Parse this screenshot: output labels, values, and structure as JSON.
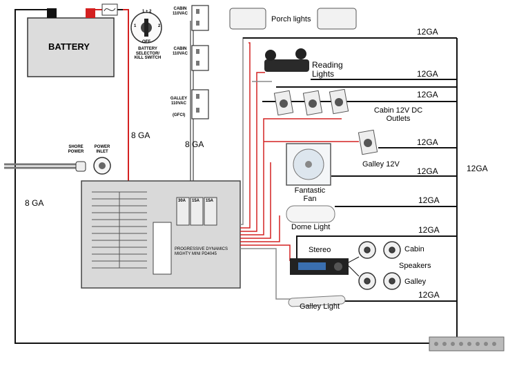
{
  "battery": {
    "label": "BATTERY"
  },
  "switch": {
    "label": "BATTERY SELECTOR/ KILL SWITCH",
    "pos_top": "1 + 2",
    "pos_left": "1",
    "pos_right": "2",
    "pos_bottom": "OFF"
  },
  "outlets": [
    {
      "label": "CABIN 110VAC"
    },
    {
      "label": "CABIN 110VAC"
    },
    {
      "label": "GALLEY 110VAC",
      "extra": "(GFCI)"
    }
  ],
  "shore": {
    "shore_power": "SHORE POWER",
    "power_inlet": "POWER INLET"
  },
  "converter": {
    "label": "PROGRESSIVE DYNAMICS MIGHTY MINI PD4045",
    "breakers": [
      "30A",
      "15A",
      "15A"
    ]
  },
  "wire_labels": {
    "left_8ga": "8 GA",
    "switch_8ga": "8 GA",
    "outlet_8ga": "8 GA",
    "gauge": "12GA"
  },
  "components": {
    "porch": "Porch lights",
    "reading": "Reading Lights",
    "cabin_outlets": "Cabin 12V DC Outlets",
    "galley_12v": "Galley 12V",
    "fan": "Fantastic Fan",
    "dome": "Dome Light",
    "stereo": "Stereo",
    "cabin": "Cabin",
    "speakers": "Speakers",
    "galley": "Galley",
    "galley_light": "Galley Light"
  },
  "colors": {
    "positive": "#d42020",
    "negative": "#111111",
    "ac": "#9a9a9a",
    "converter_fill": "#d9d9d9"
  }
}
